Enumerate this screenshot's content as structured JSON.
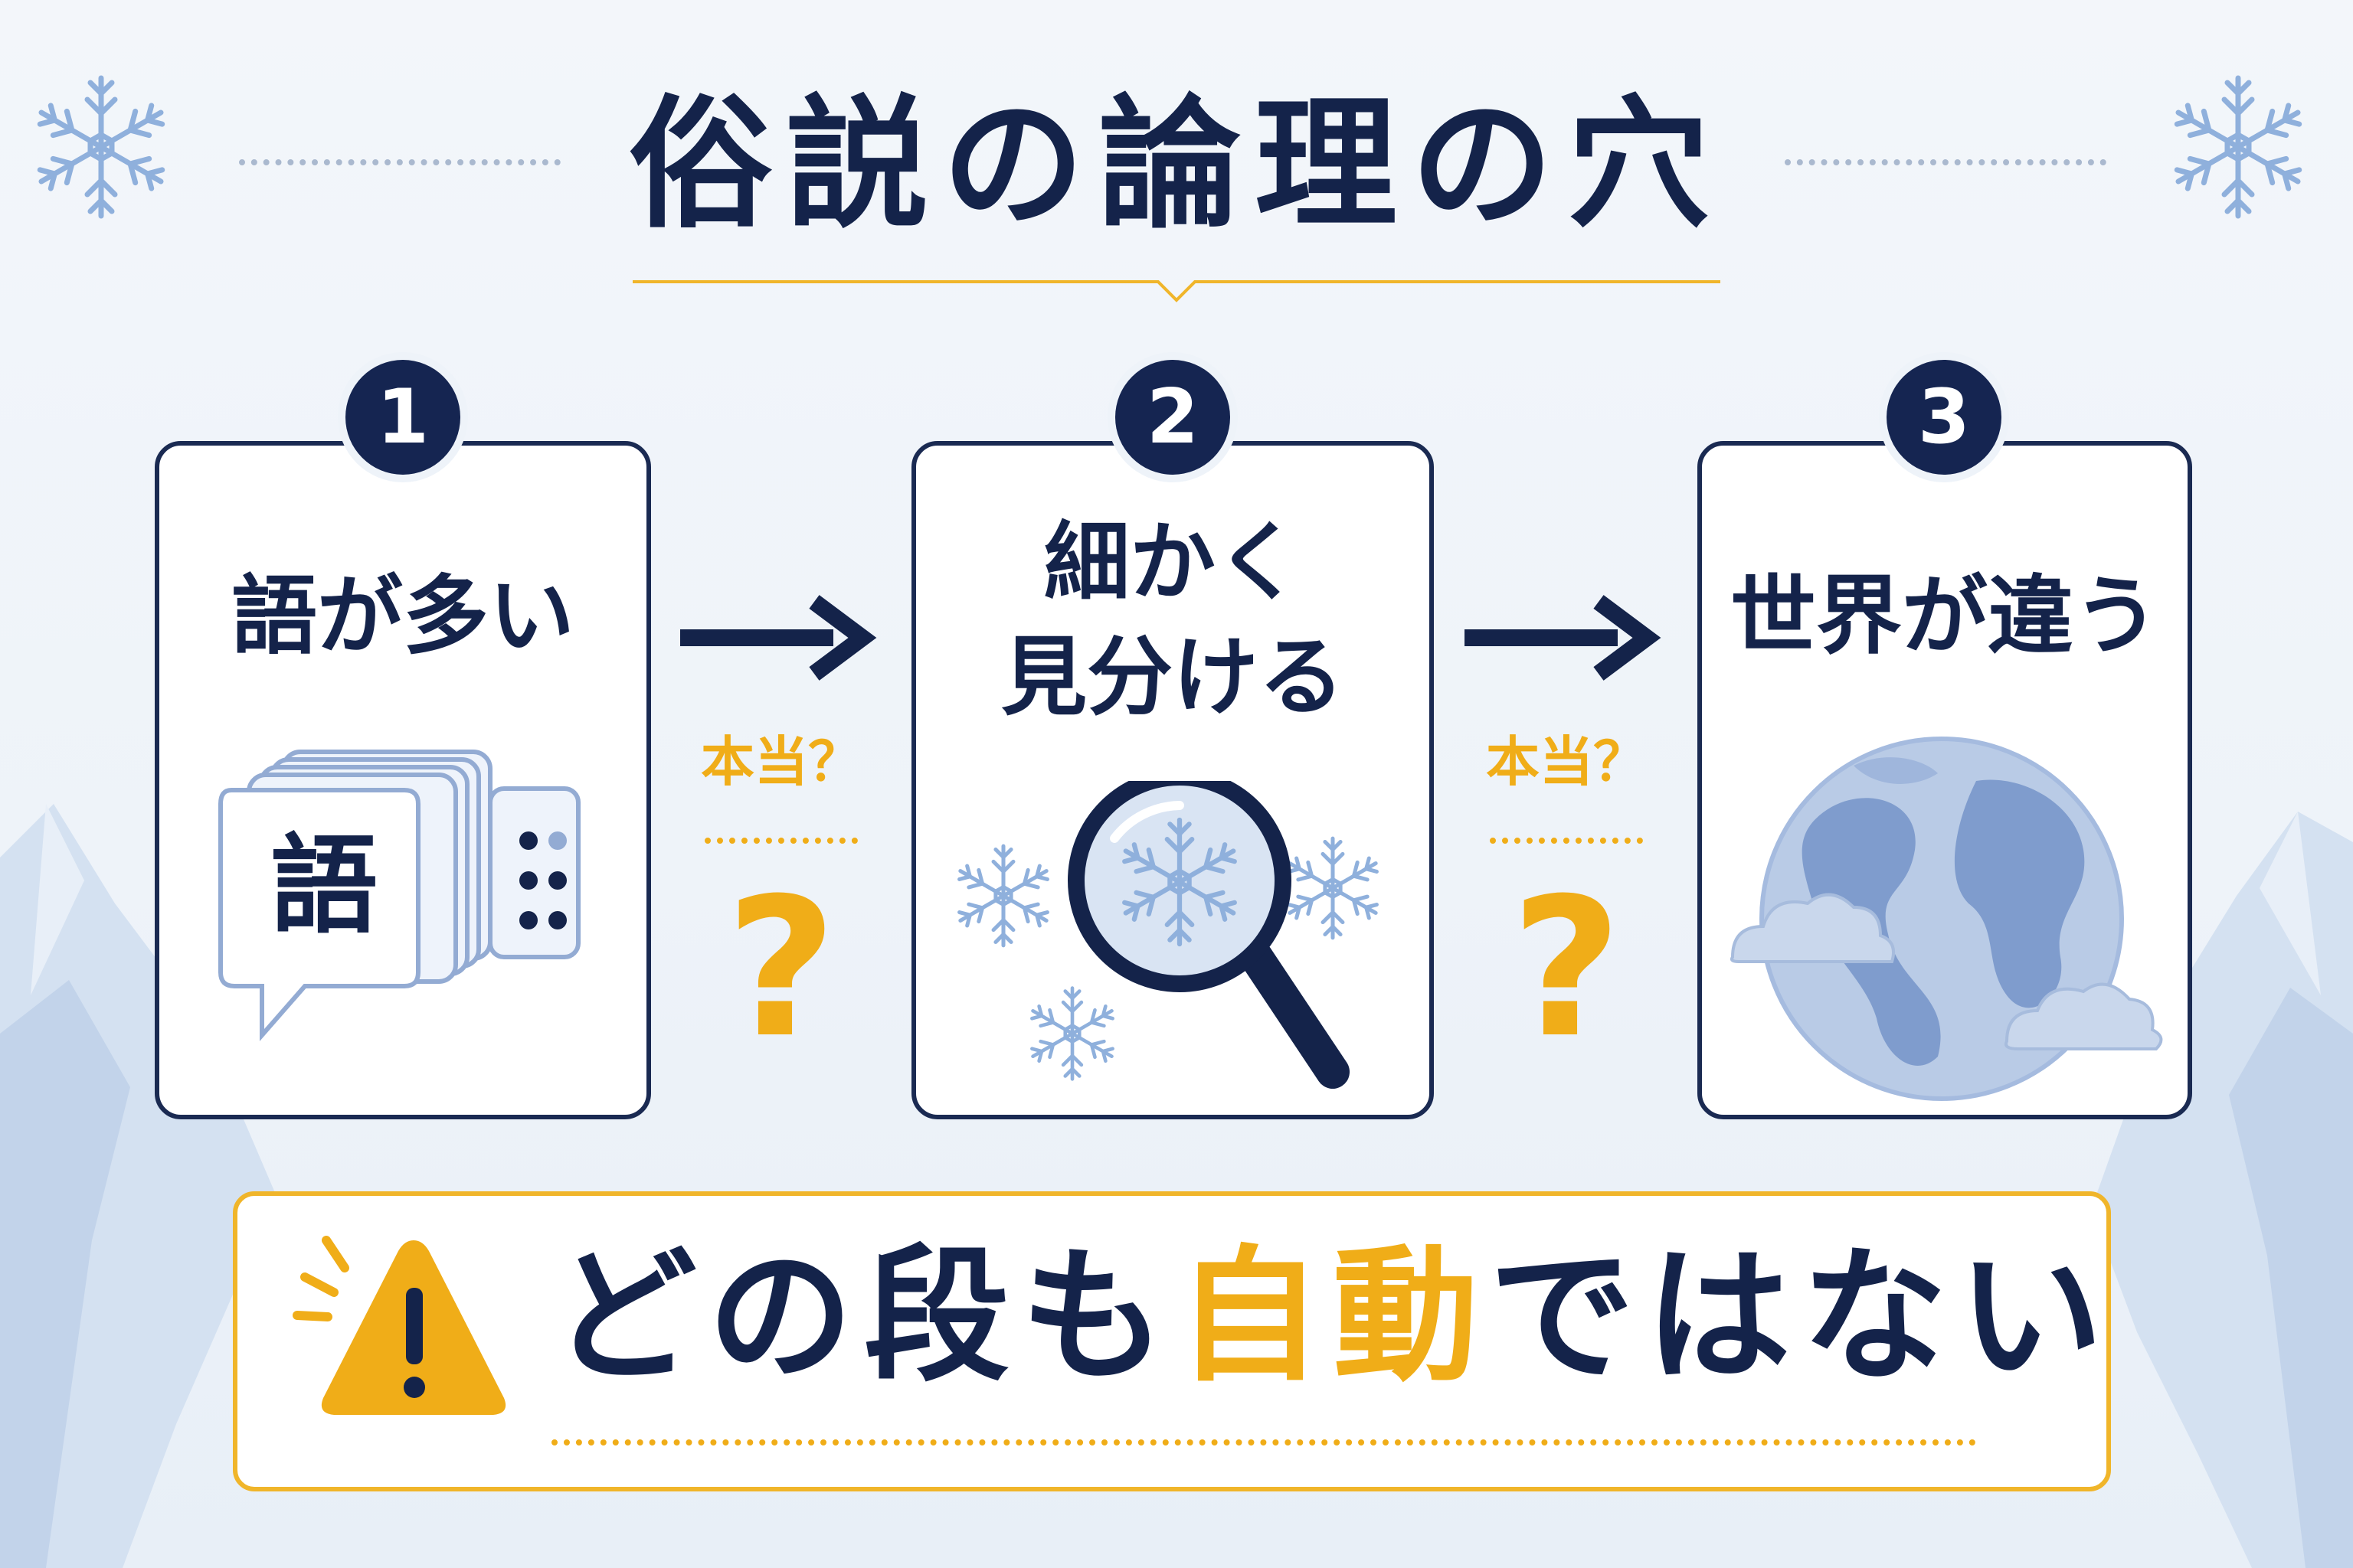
{
  "title": "俗説の論理の穴",
  "steps": [
    {
      "number": "1",
      "label": "語が多い",
      "card_glyph": "語"
    },
    {
      "number": "2",
      "label_line1": "細かく",
      "label_line2": "見分ける"
    },
    {
      "number": "3",
      "label": "世界が違う"
    }
  ],
  "connectors": [
    {
      "question": "本当？",
      "mark": "?"
    },
    {
      "question": "本当？",
      "mark": "?"
    }
  ],
  "conclusion": {
    "before": "どの段も",
    "highlight": "自動",
    "after": "ではない"
  },
  "colors": {
    "navy": "#14234a",
    "accent": "#f0ad18",
    "ice": "#8fa9d4"
  },
  "icons": [
    "snowflake-icon",
    "speech-card-icon",
    "magnifier-icon",
    "globe-icon",
    "warning-icon",
    "arrow-right-icon"
  ]
}
